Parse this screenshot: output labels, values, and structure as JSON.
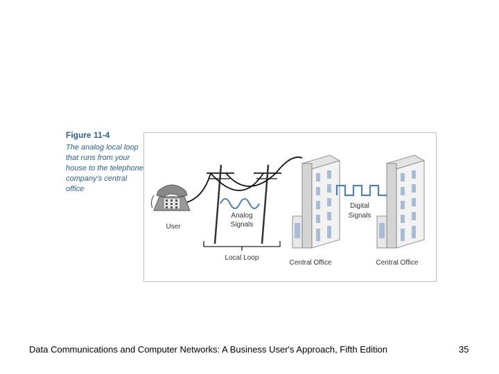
{
  "figure": {
    "number": "Figure 11-4",
    "caption": "The analog local loop that runs from your house to the telephone company's central office",
    "labels": {
      "user": "User",
      "analog_line1": "Analog",
      "analog_line2": "Signals",
      "digital_line1": "Digital",
      "digital_line2": "Signals",
      "local_loop": "Local Loop",
      "central_office_1": "Central Office",
      "central_office_2": "Central Office"
    }
  },
  "footer": {
    "text": "Data Communications and Computer Networks: A Business User's Approach, Fifth Edition",
    "page_number": "35"
  },
  "colors": {
    "caption": "#2d5f91",
    "signal": "#4f7fb3",
    "building_window": "#a9bcd3"
  }
}
